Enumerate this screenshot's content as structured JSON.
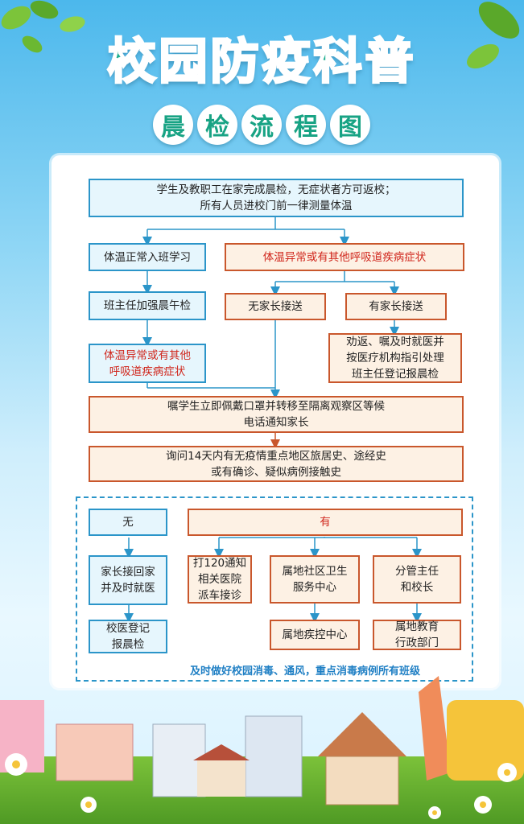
{
  "header": {
    "title": "校园防疫科普",
    "subtitle": [
      "晨",
      "检",
      "流",
      "程",
      "图"
    ]
  },
  "flow": {
    "start": [
      "学生及教职工在家完成晨检，无症状者方可返校；",
      "所有人员进校门前一律测量体温"
    ],
    "normal": "体温正常入班学习",
    "abnormal": "体温异常或有其他呼吸道疾病症状",
    "teacher_check": "班主任加强晨午检",
    "no_parent": "无家长接送",
    "has_parent": "有家长接送",
    "abnormal2": [
      "体温异常或有其他",
      "呼吸道疾病症状"
    ],
    "advise": [
      "劝返、嘱及时就医并",
      "按医疗机构指引处理",
      "班主任登记报晨检"
    ],
    "isolate": [
      "嘱学生立即佩戴口罩并转移至隔离观察区等候",
      "电话通知家长"
    ],
    "inquire": [
      "询问14天内有无疫情重点地区旅居史、途经史",
      "或有确诊、疑似病例接触史"
    ],
    "none": "无",
    "has": "有",
    "parent_pickup": [
      "家长接回家",
      "并及时就医"
    ],
    "call120": [
      "打120通知",
      "相关医院",
      "派车接诊"
    ],
    "community": [
      "属地社区卫生",
      "服务中心"
    ],
    "director": [
      "分管主任",
      "和校长"
    ],
    "school_doctor": [
      "校医登记",
      "报晨检"
    ],
    "cdc": "属地疾控中心",
    "edu_dept": [
      "属地教育",
      "行政部门"
    ],
    "note": "及时做好校园消毒、通风，重点消毒病例所有班级"
  },
  "colors": {
    "blue_border": "#2b95c9",
    "orange_border": "#c9572c",
    "red_text": "#d0261c",
    "title_green": "#1fae8f"
  }
}
